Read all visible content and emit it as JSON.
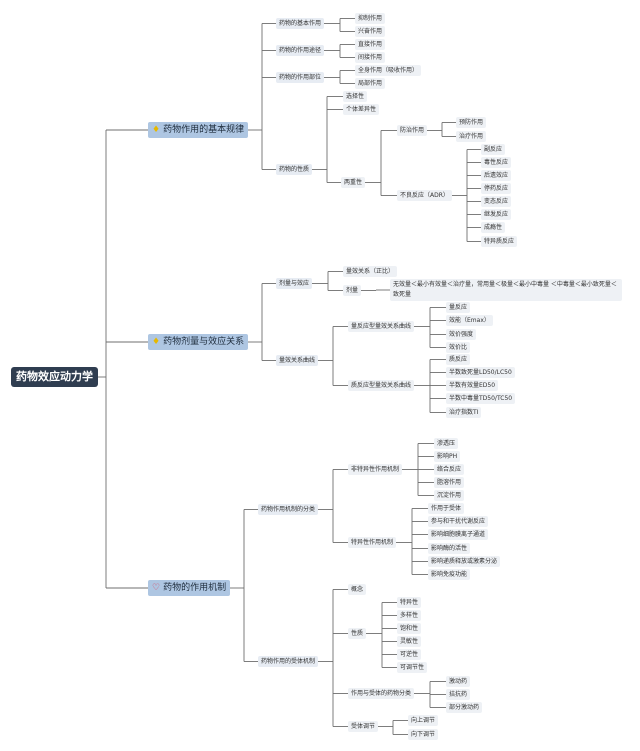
{
  "root": {
    "label": "药物效应动力学"
  },
  "categories": [
    {
      "label": "药物作用的基本规律",
      "icon": "lightbulb-icon"
    },
    {
      "label": "药物剂量与效应关系",
      "icon": "lightbulb-icon"
    },
    {
      "label": "药物的作用机制",
      "icon": "heart-icon"
    }
  ],
  "c1": {
    "n1": {
      "label": "药物的基本作用",
      "children": [
        "抑制作用",
        "兴奋作用"
      ]
    },
    "n2": {
      "label": "药物的作用途径",
      "children": [
        "直接作用",
        "间接作用"
      ]
    },
    "n3": {
      "label": "药物的作用部位",
      "children": [
        "全身作用（吸收作用）",
        "局部作用"
      ]
    },
    "n4": {
      "label": "药物的性质",
      "simple": [
        "选择性",
        "个体差异性"
      ],
      "dual": {
        "label": "两重性",
        "prevent": {
          "label": "防治作用",
          "children": [
            "预防作用",
            "治疗作用"
          ]
        },
        "adr": {
          "label": "不良反应（ADR）",
          "children": [
            "副反应",
            "毒性反应",
            "后遗效应",
            "停药反应",
            "变态反应",
            "继发反应",
            "成瘾性",
            "特异质反应"
          ]
        }
      }
    }
  },
  "c2": {
    "n1": {
      "label": "剂量与效应",
      "rel": "量效关系（正比）",
      "dose": {
        "label": "剂量",
        "detail": "无效量＜最小有效量＜治疗量，常用量＜极量＜最小中毒量 ＜中毒量＜最小致死量＜致死量"
      }
    },
    "n2": {
      "label": "量效关系曲线",
      "graded": {
        "label": "量反应型量效关系曲线",
        "children": [
          "量反应",
          "效能（Emax）",
          "效价强度",
          "效价比"
        ]
      },
      "quantal": {
        "label": "质反应型量效关系曲线",
        "children": [
          "质反应",
          "半数致死量LD50/LC50",
          "半数有效量ED50",
          "半数中毒量TD50/TC50",
          "治疗指数TI"
        ]
      }
    }
  },
  "c3": {
    "n1": {
      "label": "药物作用机制的分类",
      "nonspec": {
        "label": "非特异性作用机制",
        "children": [
          "渗透压",
          "影响PH",
          "络合反应",
          "脂溶作用",
          "沉淀作用"
        ]
      },
      "spec": {
        "label": "特异性作用机制",
        "children": [
          "作用于受体",
          "参与和干扰代谢反应",
          "影响细胞膜离子通道",
          "影响酶的活性",
          "影响递质释放或激素分泌",
          "影响免疫功能"
        ]
      }
    },
    "n2": {
      "label": "药物作用的受体机制",
      "concept": "概念",
      "props": {
        "label": "性质",
        "children": [
          "特异性",
          "多样性",
          "饱和性",
          "灵敏性",
          "可逆性",
          "可调节性"
        ]
      },
      "cls": {
        "label": "作用与受体的药物分类",
        "children": [
          "激动药",
          "拮抗药",
          "部分激动药"
        ]
      },
      "reg": {
        "label": "受体调节",
        "children": [
          "向上调节",
          "向下调节"
        ]
      }
    }
  }
}
